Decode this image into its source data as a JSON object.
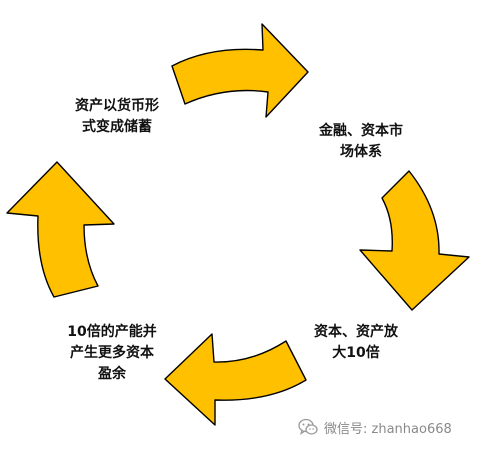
{
  "diagram": {
    "type": "cycle",
    "arrow_color": "#FFC000",
    "arrow_stroke": "#000000",
    "nodes": [
      {
        "lines": [
          "资产以货币形",
          "式变成储蓄"
        ]
      },
      {
        "lines": [
          "金融、资本市",
          "场体系"
        ]
      },
      {
        "lines": [
          "资本、资产放",
          "大10倍"
        ]
      },
      {
        "lines": [
          "10倍的产能并",
          "产生更多资本",
          "盈余"
        ]
      }
    ]
  },
  "watermark": {
    "icon": "wechat-icon",
    "text": "微信号: zhanhao668"
  }
}
